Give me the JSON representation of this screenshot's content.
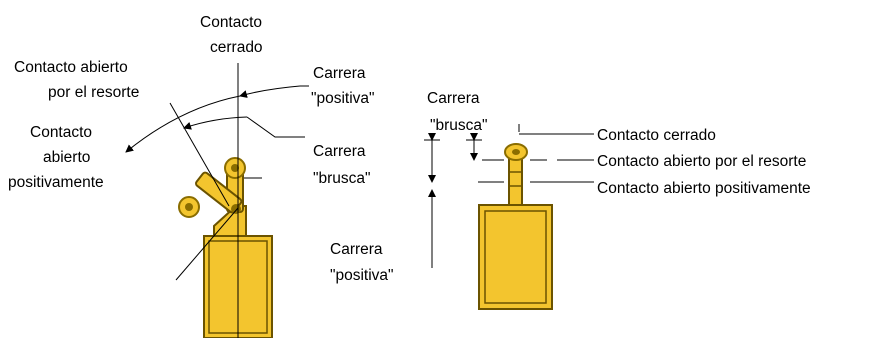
{
  "colors": {
    "body_fill": "#f3c52e",
    "body_stroke": "#6b5300",
    "roller_dark": "#8a6d00",
    "line": "#000000"
  },
  "left_diagram": {
    "label_closed_line1": "Contacto",
    "label_closed_line2": "cerrado",
    "label_spring_line1": "Contacto abierto",
    "label_spring_line2": "por el resorte",
    "label_positive_line1": "Contacto",
    "label_positive_line2": "abierto",
    "label_positive_line3": "positivamente",
    "label_stroke_pos_line1": "Carrera",
    "label_stroke_pos_line2": "\"positiva\"",
    "label_stroke_snap_line1": "Carrera",
    "label_stroke_snap_line2": "\"brusca\""
  },
  "right_diagram": {
    "label_snap_line1": "Carrera",
    "label_snap_line2": "\"brusca\"",
    "label_positive_line1": "Carrera",
    "label_positive_line2": "\"positiva\"",
    "label_closed": "Contacto cerrado",
    "label_spring": "Contacto abierto por el resorte",
    "label_positive": "Contacto abierto positivamente"
  }
}
